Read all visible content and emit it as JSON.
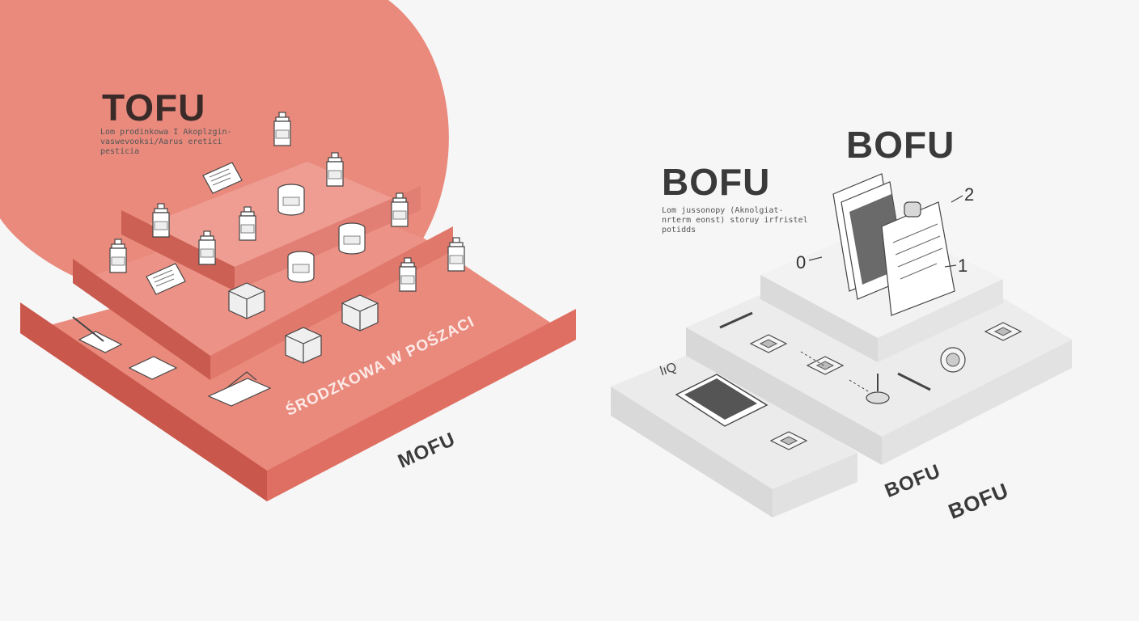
{
  "colors": {
    "coral": "#e98a7d",
    "coral_dark": "#c9574c",
    "coral_mid": "#df6f63",
    "gray_top": "#e7e7e7",
    "gray_side": "#d6d6d6",
    "background": "#f6f6f6"
  },
  "left": {
    "title": "TOFU",
    "description_lines": [
      "Lom  prodinkowa  I  Akoplzgin-",
      "vaswevooksi/Aarus  eretici",
      "pesticia"
    ],
    "stair_text": "ŚRODZKOWA W POŚZACI",
    "bottom_label": "MOFU"
  },
  "right": {
    "title_top": "BOFU",
    "title_side": "BOFU",
    "description_lines": [
      "Lom  jussonopy  (Aknolgiat-",
      "nrterm  eonst)  storuy  irfristel",
      "potidds"
    ],
    "numbers": [
      "2",
      "0",
      "1"
    ],
    "small_label": "lıQ",
    "bottom_label_1": "BOFU",
    "bottom_label_2": "BOFU"
  },
  "icons": {
    "left": [
      "bottle-icon",
      "jar-icon",
      "box-icon",
      "document-icon",
      "pen-icon",
      "tag-icon"
    ],
    "right": [
      "binder-icon",
      "clipboard-icon",
      "tablet-icon",
      "stamp-icon",
      "clock-icon",
      "ticket-icon",
      "handle-icon"
    ]
  }
}
